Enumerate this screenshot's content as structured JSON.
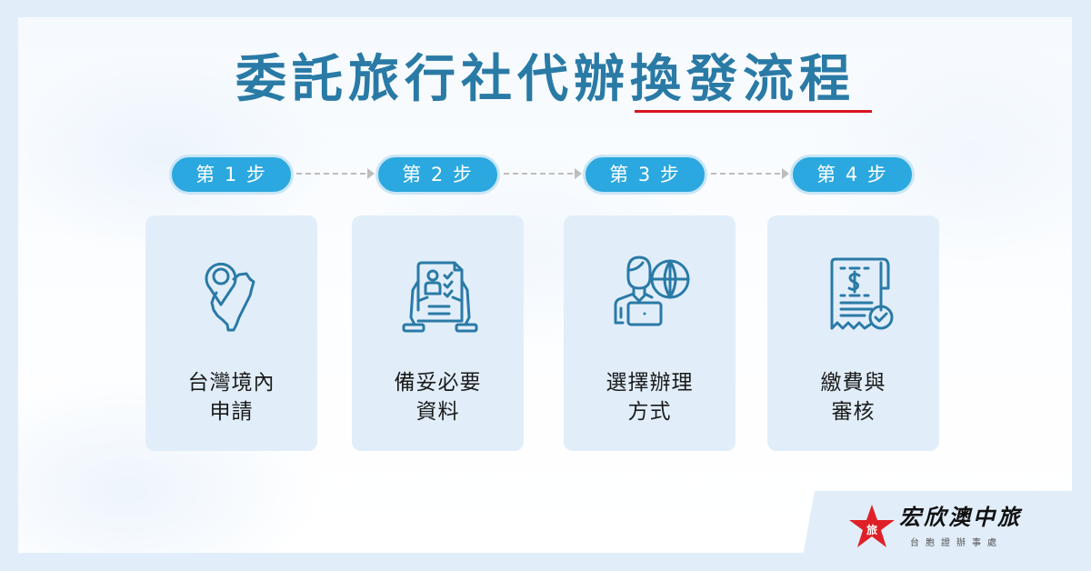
{
  "title": {
    "text": "委託旅行社代辦換發流程",
    "underline_color": "#d9141e",
    "color": "#2a7aa6"
  },
  "steps": [
    {
      "pill": "第 1 步",
      "label_line1": "台灣境內",
      "label_line2": "申請",
      "icon": "taiwan-map-pin-icon"
    },
    {
      "pill": "第 2 步",
      "label_line1": "備妥必要",
      "label_line2": "資料",
      "icon": "document-checklist-hands-icon"
    },
    {
      "pill": "第 3 步",
      "label_line1": "選擇辦理",
      "label_line2": "方式",
      "icon": "person-laptop-globe-icon"
    },
    {
      "pill": "第 4 步",
      "label_line1": "繳費與",
      "label_line2": "審核",
      "icon": "receipt-dollar-check-icon"
    }
  ],
  "colors": {
    "pill_fill": "#2ba8df",
    "pill_ring": "#c9e6f6",
    "card_bg": "#e1eefa",
    "icon_stroke": "#2a7aa6",
    "page_bg": "#e1eefa"
  },
  "logo": {
    "brand": "宏欣澳中旅",
    "subtitle": "台胞證辦事處",
    "star_glyph": "旅",
    "star_color": "#e02027"
  }
}
